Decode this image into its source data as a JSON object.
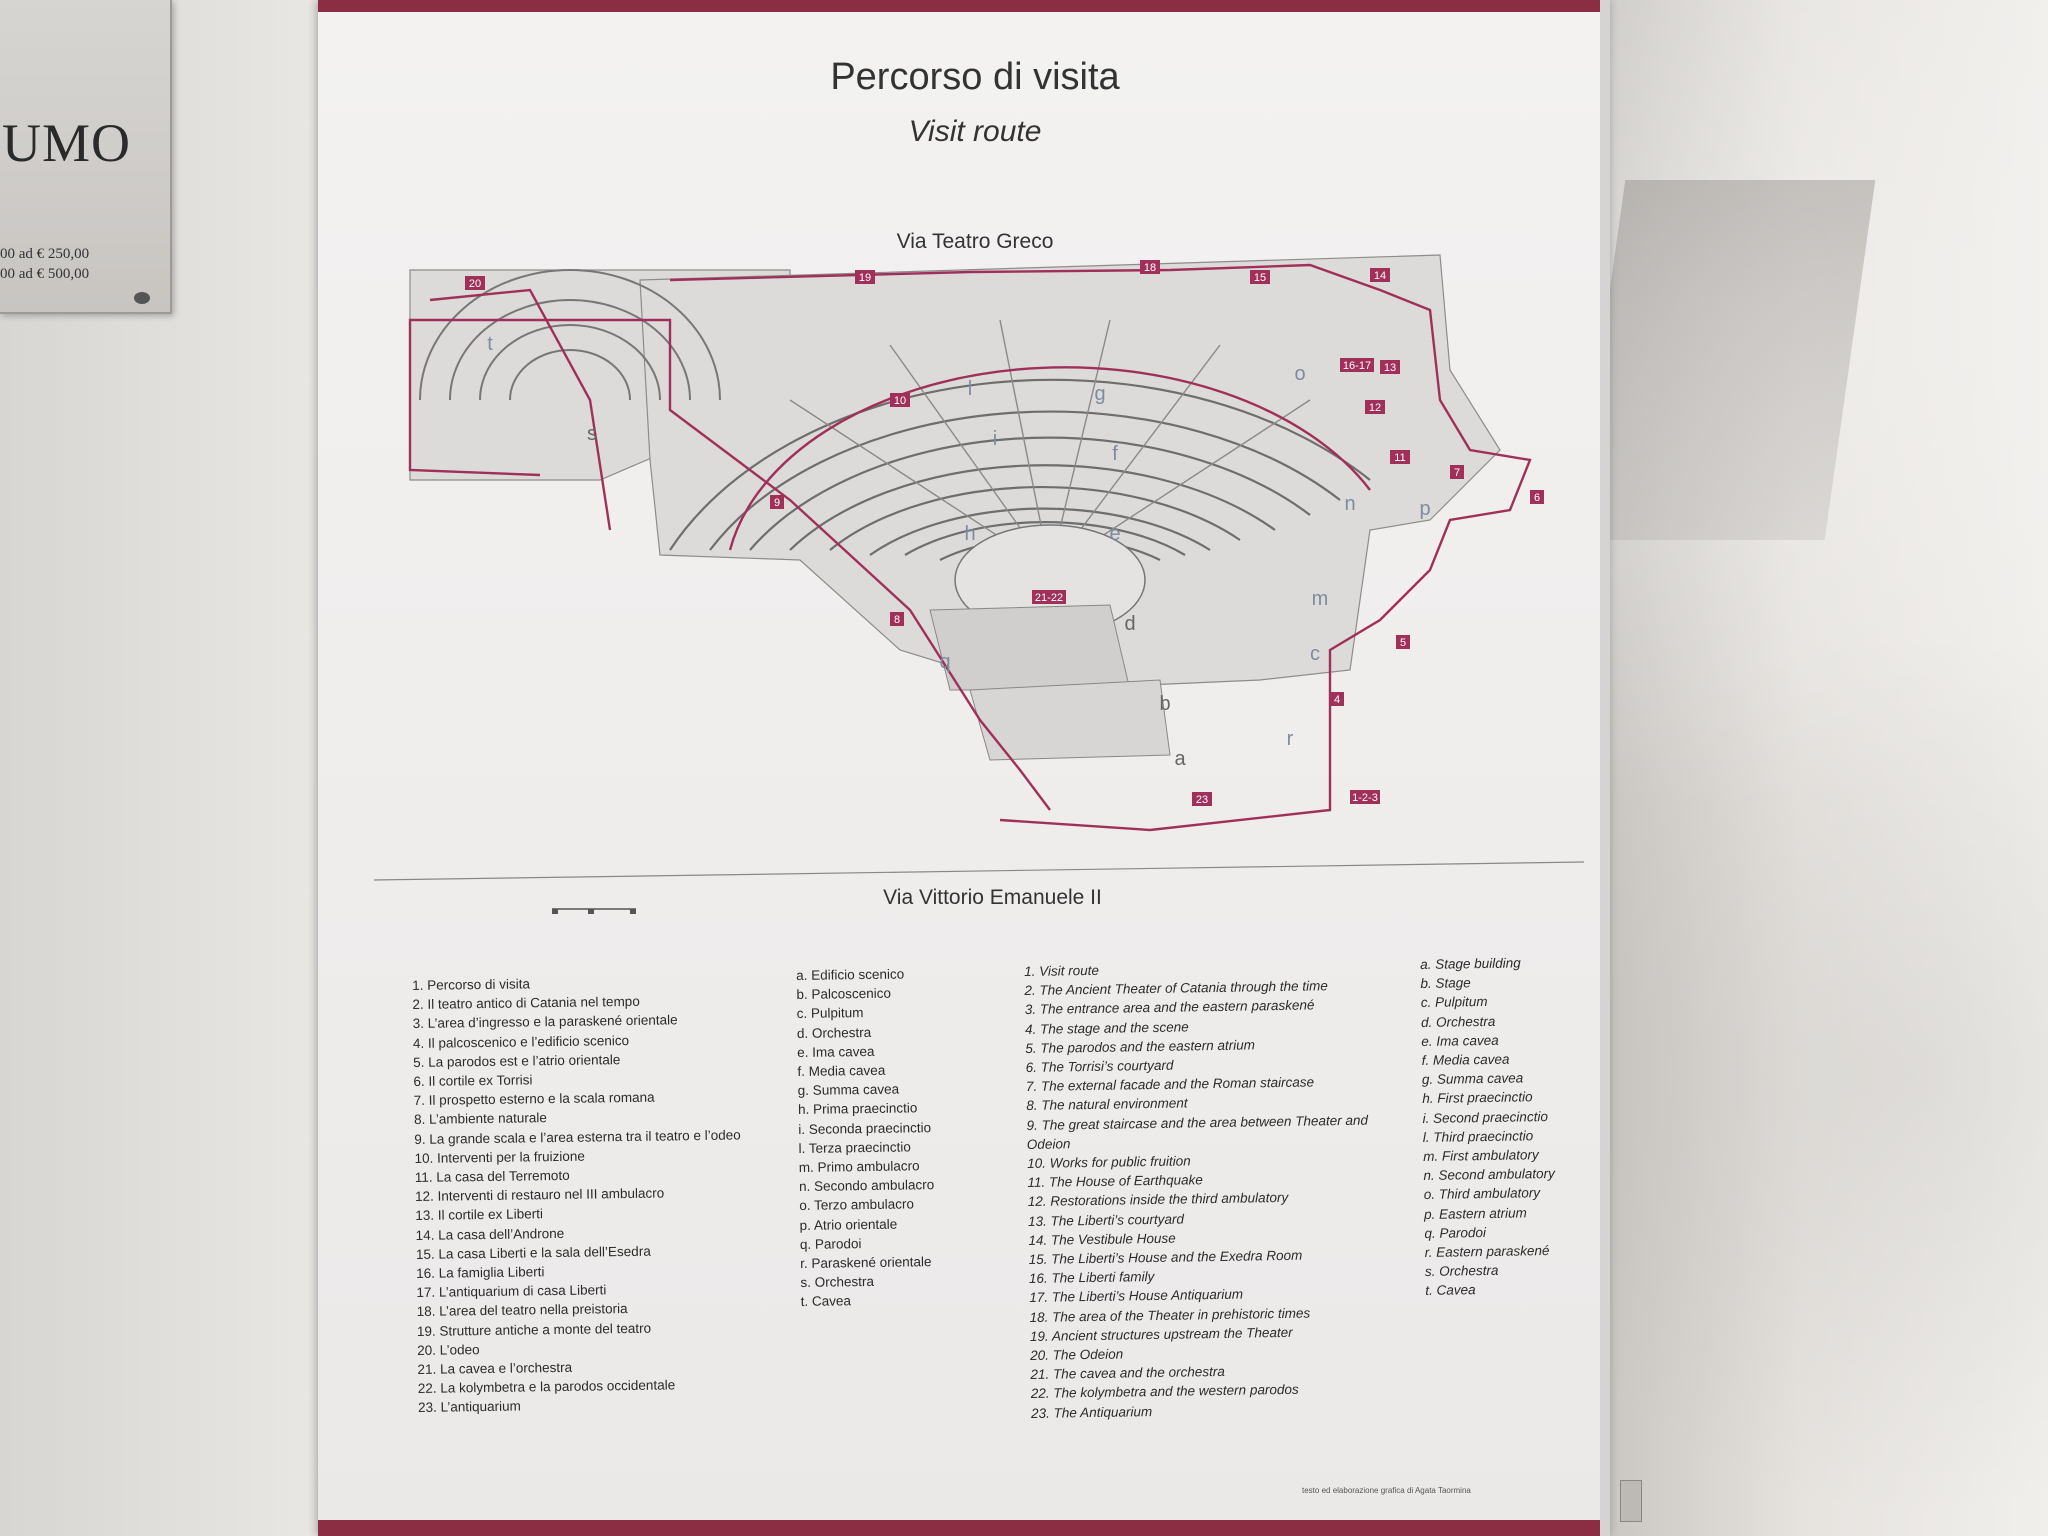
{
  "plaque": {
    "title": "UMO",
    "lines": [
      "00 ad € 250,00",
      "00 ad € 500,00"
    ]
  },
  "panel": {
    "title": "Percorso di visita",
    "subtitle": "Visit route",
    "street_top": "Via Teatro Greco",
    "street_bottom": "Via Vittorio Emanuele II",
    "credit": "testo ed elaborazione grafica di Agata Taormina"
  },
  "map": {
    "route_color": "#a0305a",
    "numbers": [
      "20",
      "19",
      "18",
      "15",
      "14",
      "16-17",
      "13",
      "12",
      "11",
      "7",
      "6",
      "9",
      "10",
      "8",
      "21-22",
      "5",
      "4",
      "23",
      "1-2-3"
    ],
    "letters": [
      "t",
      "s",
      "l",
      "g",
      "o",
      "i",
      "f",
      "h",
      "e",
      "p",
      "n",
      "m",
      "d",
      "q",
      "c",
      "b",
      "r",
      "a"
    ]
  },
  "legend_it": [
    "1. Percorso di visita",
    "2. Il teatro antico di Catania nel tempo",
    "3. L’area d’ingresso e la paraskené orientale",
    "4. Il palcoscenico e l’edificio scenico",
    "5. La parodos est e l’atrio orientale",
    "6. Il cortile ex Torrisi",
    "7. Il prospetto esterno e la scala romana",
    "8. L’ambiente naturale",
    "9. La grande scala e l’area esterna tra il teatro e l’odeo",
    "10. Interventi per la fruizione",
    "11. La casa del Terremoto",
    "12. Interventi di restauro nel III ambulacro",
    "13. Il cortile ex Liberti",
    "14. La casa dell’Androne",
    "15. La casa Liberti e la sala dell’Esedra",
    "16. La famiglia Liberti",
    "17. L’antiquarium di casa Liberti",
    "18. L’area del teatro nella preistoria",
    "19. Strutture antiche a monte del teatro",
    "20. L’odeo",
    "21. La cavea e l’orchestra",
    "22. La kolymbetra e la parodos occidentale",
    "23. L’antiquarium"
  ],
  "legend_it_letters": [
    "a. Edificio scenico",
    "b. Palcoscenico",
    "c. Pulpitum",
    "d. Orchestra",
    "e. Ima cavea",
    "f. Media cavea",
    "g. Summa cavea",
    "h. Prima praecinctio",
    "i. Seconda praecinctio",
    "l. Terza praecinctio",
    "m. Primo ambulacro",
    "n. Secondo ambulacro",
    "o. Terzo ambulacro",
    "p. Atrio orientale",
    "q. Parodoi",
    "r. Paraskené orientale",
    "s. Orchestra",
    "t. Cavea"
  ],
  "legend_en": [
    "1. Visit route",
    "2. The Ancient Theater of Catania through the time",
    "3. The entrance area and the eastern paraskené",
    "4. The stage and the scene",
    "5. The parodos and the eastern atrium",
    "6. The Torrisi’s courtyard",
    "7. The external facade and the Roman staircase",
    "8. The natural environment",
    "9. The great staircase and the area between Theater and Odeion",
    "10. Works for public fruition",
    "11. The House of Earthquake",
    "12. Restorations inside the third ambulatory",
    "13. The Liberti’s courtyard",
    "14. The Vestibule House",
    "15. The Liberti’s House and the Exedra Room",
    "16. The Liberti family",
    "17. The Liberti’s House Antiquarium",
    "18. The area of the Theater in prehistoric times",
    "19. Ancient structures upstream the Theater",
    "20. The Odeion",
    "21. The cavea and the orchestra",
    "22. The kolymbetra and the western parodos",
    "23. The Antiquarium"
  ],
  "legend_en_letters": [
    "a. Stage building",
    "b. Stage",
    "c. Pulpitum",
    "d. Orchestra",
    "e. Ima cavea",
    "f. Media cavea",
    "g. Summa cavea",
    "h. First praecinctio",
    "i. Second praecinctio",
    "l. Third praecinctio",
    "m. First ambulatory",
    "n. Second ambulatory",
    "o. Third ambulatory",
    "p. Eastern atrium",
    "q. Parodoi",
    "r. Eastern paraskené",
    "s. Orchestra",
    "t. Cavea"
  ]
}
